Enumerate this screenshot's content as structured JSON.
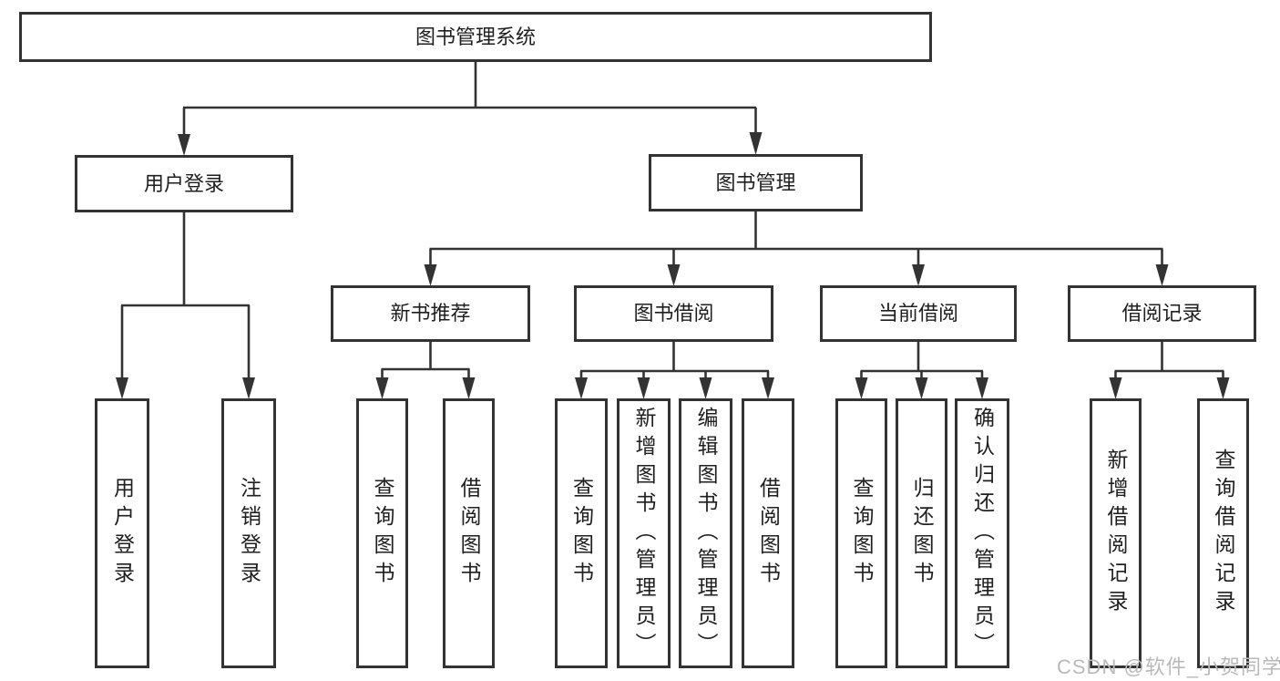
{
  "title": "图书管理系统",
  "watermark": "CSDN @软件_小贺同学",
  "colors": {
    "line": "#333333",
    "text": "#1f1f1f",
    "background": "#ffffff",
    "watermark": "#b9b9b9"
  },
  "diagram_type": "functional-structure-tree",
  "tree": {
    "label": "图书管理系统",
    "children": [
      {
        "label": "用户登录",
        "children": [
          {
            "label": "用户登录"
          },
          {
            "label": "注销登录"
          }
        ]
      },
      {
        "label": "图书管理",
        "children": [
          {
            "label": "新书推荐",
            "children": [
              {
                "label": "查询图书"
              },
              {
                "label": "借阅图书"
              }
            ]
          },
          {
            "label": "图书借阅",
            "children": [
              {
                "label": "查询图书"
              },
              {
                "label": "新增图书（管理员）"
              },
              {
                "label": "编辑图书（管理员）"
              },
              {
                "label": "借阅图书"
              }
            ]
          },
          {
            "label": "当前借阅",
            "children": [
              {
                "label": "查询图书"
              },
              {
                "label": "归还图书"
              },
              {
                "label": "确认归还（管理员）"
              }
            ]
          },
          {
            "label": "借阅记录",
            "children": [
              {
                "label": "新增借阅记录"
              },
              {
                "label": "查询借阅记录"
              }
            ]
          }
        ]
      }
    ]
  }
}
